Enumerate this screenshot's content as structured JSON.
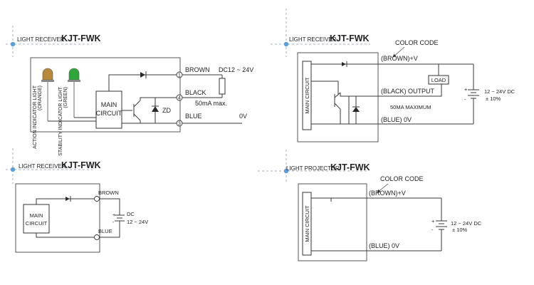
{
  "accent_dot_color": "#5aa0e0",
  "led_orange_color": "#b8893a",
  "led_green_color": "#2fa63a",
  "d1": {
    "title_prefix": "LIGHT RECEIVER",
    "title_model": "KJT-FWK",
    "led1_label": "ACTION INDICATOR LIGHT",
    "led1_sub": "(ORANGE)",
    "led2_label": "STABILITY INDICATOR LIGHT",
    "led2_sub": "(GREEN)",
    "circuit_line1": "MAIN",
    "circuit_line2": "CIRCUIT",
    "zd": "ZD",
    "pin1": "1",
    "pin2": "4",
    "pin3": "3",
    "brown": "BROWN",
    "black": "BLACK",
    "blue": "BLUE",
    "supply": "DC12 ~ 24V",
    "current": "50mA max.",
    "zero": "0V"
  },
  "d2": {
    "title_prefix": "LIGHT RECEIVER",
    "title_model": "KJT-FWK",
    "color_code": "COLOR CODE",
    "brown": "(BROWN)+V",
    "load": "LOAD",
    "output": "(BLACK) OUTPUT",
    "max": "50MA MAXIMUM",
    "blue": "(BLUE) 0V",
    "supply": "12 ~ 24V DC",
    "tolerance": "± 10%",
    "circuit": "MAIN CIRCUIT",
    "plus": "+",
    "minus": "-"
  },
  "d3": {
    "title_prefix": "LIGHT RECEIVER",
    "title_model": "KJT-FWK",
    "circuit_line1": "MAIN",
    "circuit_line2": "CIRCUIT",
    "brown": "BROWN",
    "blue": "BLUE",
    "dc": "DC",
    "supply": "12 ~ 24V",
    "plus": "+",
    "minus": "-"
  },
  "d4": {
    "title_prefix": "LIGHT PROJECTOR",
    "title_model": "KJT-FWK",
    "color_code": "COLOR CODE",
    "brown": "(BROWN)+V",
    "blue": "(BLUE) 0V",
    "supply": "12 ~ 24V DC",
    "tolerance": "± 10%",
    "circuit": "MAIN CIRCUIT",
    "plus": "+",
    "minus": "-"
  }
}
